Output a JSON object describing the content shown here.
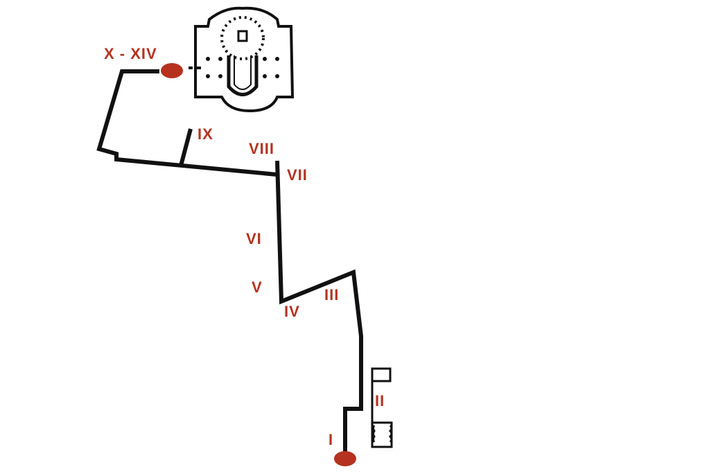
{
  "colors": {
    "route": "#111111",
    "station": "#b5321f"
  },
  "stations": {
    "s1": "I",
    "s2": "II",
    "s3": "III",
    "s4": "IV",
    "s5": "V",
    "s6": "VI",
    "s7": "VII",
    "s8": "VIII",
    "s9": "IX",
    "s10_14": "X - XIV"
  }
}
